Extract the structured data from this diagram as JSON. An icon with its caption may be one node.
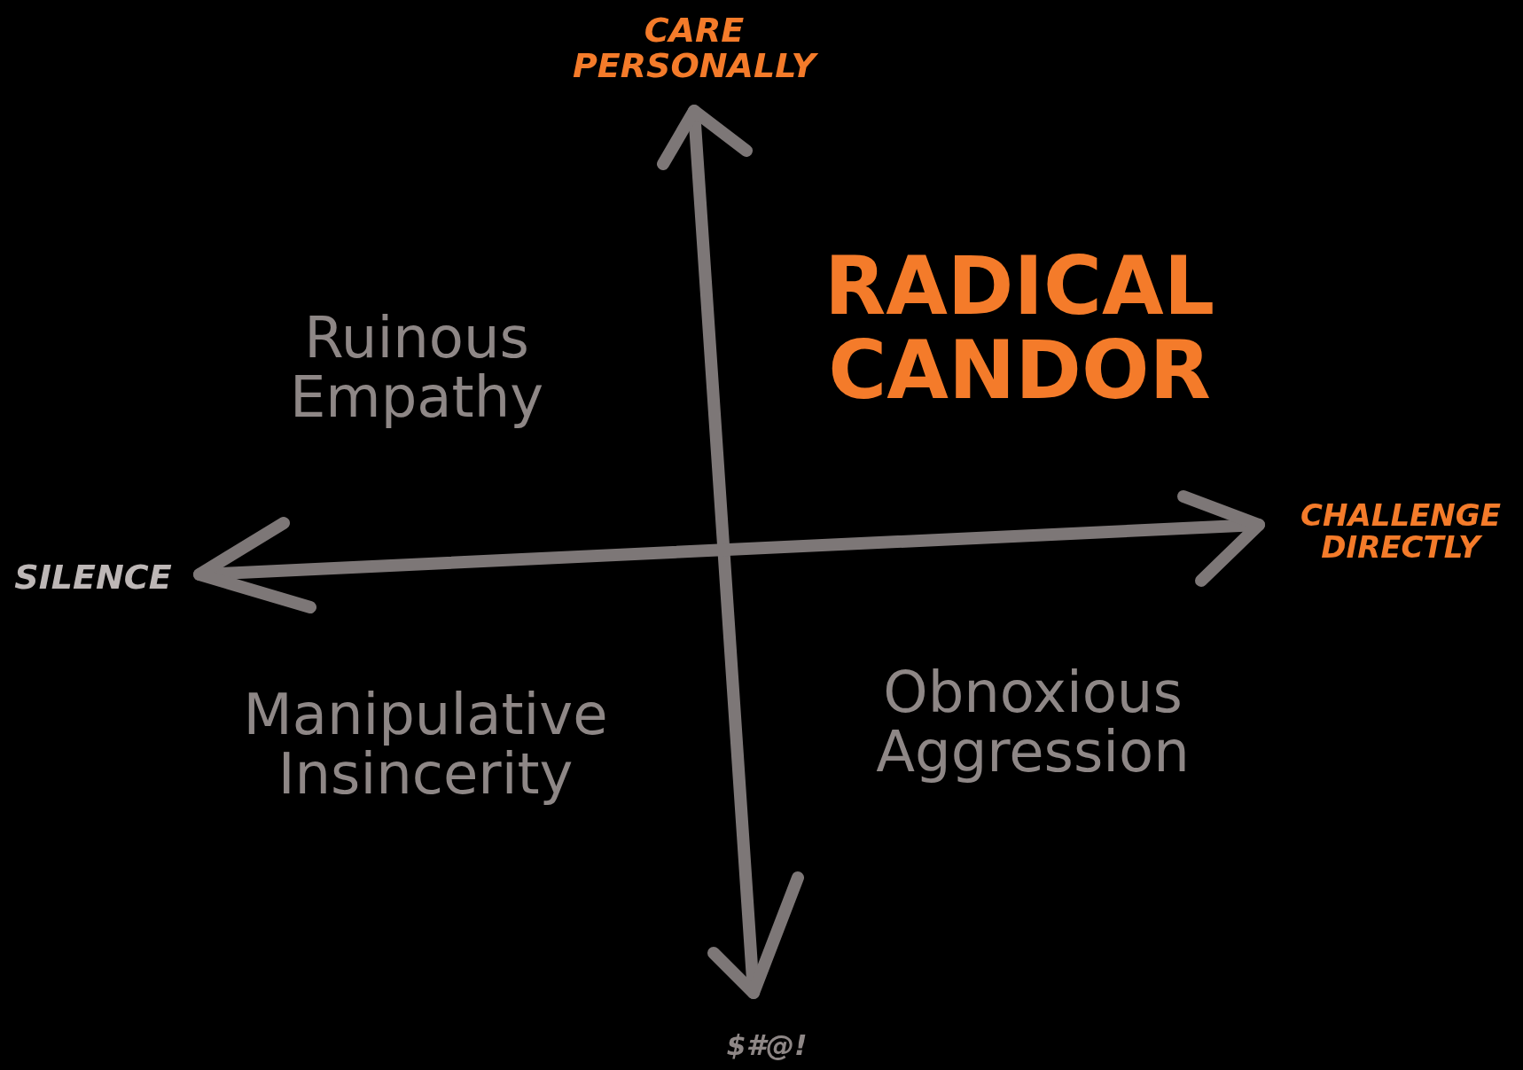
{
  "diagram": {
    "labels": [
      "CARE PERSONALLY",
      "Ruinous Empathy",
      "RADICAL CANDOR",
      "CHALLENGE DIRECTLY",
      "SILENCE",
      "Manipulative Insincerity",
      "Obnoxious Aggression",
      "$#@!"
    ]
  }
}
